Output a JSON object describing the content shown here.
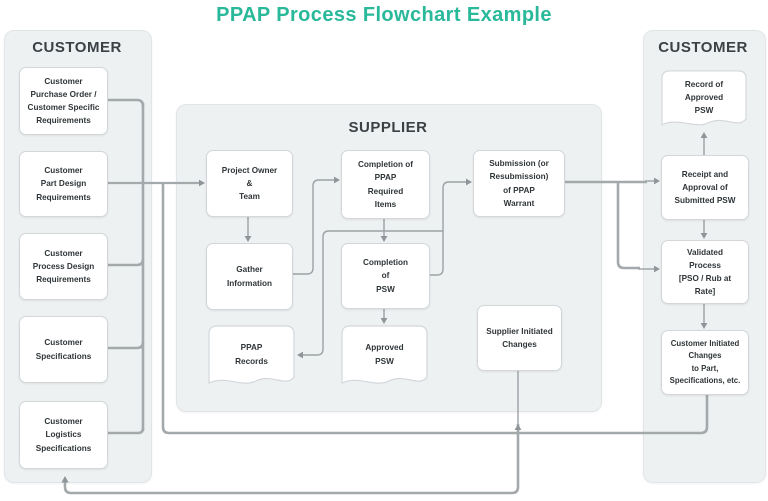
{
  "title": {
    "text": "PPAP Process Flowchart Example"
  },
  "colors": {
    "accent": "#29b99a",
    "panel_fill": "#eef1f2",
    "box_border": "#d3d7da",
    "connector": "#a4a9ac",
    "text": "#2f3538"
  },
  "panels": {
    "customer_left": {
      "header": "CUSTOMER",
      "nodes": [
        {
          "label": "Customer\nPurchase Order /\nCustomer Specific\nRequirements",
          "shape": "rect"
        },
        {
          "label": "Customer\nPart Design\nRequirements",
          "shape": "rect"
        },
        {
          "label": "Customer\nProcess Design\nRequirements",
          "shape": "rect"
        },
        {
          "label": "Customer\nSpecifications",
          "shape": "rect"
        },
        {
          "label": "Customer\nLogistics\nSpecifications",
          "shape": "rect"
        }
      ]
    },
    "supplier": {
      "header": "SUPPLIER",
      "nodes": [
        {
          "label": "Project Owner\n&\nTeam",
          "shape": "rect"
        },
        {
          "label": "Gather\nInformation",
          "shape": "rect"
        },
        {
          "label": "Completion of\nPPAP\nRequired\nItems",
          "shape": "rect"
        },
        {
          "label": "Completion\nof\nPSW",
          "shape": "rect"
        },
        {
          "label": "Submission (or\nResubmission)\nof PPAP\nWarrant",
          "shape": "rect"
        },
        {
          "label": "PPAP\nRecords",
          "shape": "document"
        },
        {
          "label": "Approved\nPSW",
          "shape": "document"
        },
        {
          "label": "Supplier Initiated\nChanges",
          "shape": "rect"
        }
      ]
    },
    "customer_right": {
      "header": "CUSTOMER",
      "nodes": [
        {
          "label": "Record of\nApproved\nPSW",
          "shape": "document"
        },
        {
          "label": "Receipt and\nApproval of\nSubmitted PSW",
          "shape": "rect"
        },
        {
          "label": "Validated\nProcess\n[PSO / Rub at\nRate]",
          "shape": "rect"
        },
        {
          "label": "Customer Initiated\nChanges\nto Part,\nSpecifications, etc.",
          "shape": "rect"
        }
      ]
    }
  }
}
